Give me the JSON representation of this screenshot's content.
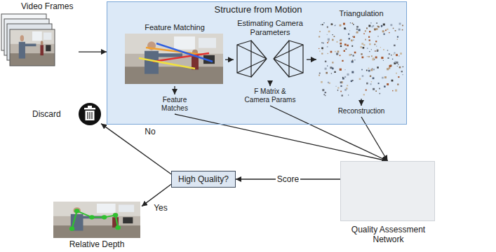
{
  "diagram": {
    "nodes": [
      {
        "text": [
          "Video Frames"
        ]
      },
      {
        "text": [
          "Structure from Motion"
        ]
      },
      {
        "text": [
          "Feature Matching"
        ],
        "in": 1
      },
      {
        "text": [
          "Estimating Camera Parameters"
        ],
        "in": 1
      },
      {
        "text": [
          "Triangulation"
        ],
        "in": 1
      },
      {
        "text": [
          "Feature Matches"
        ],
        "in": 1
      },
      {
        "text": [
          "F Matrix & Camera Params"
        ],
        "in": 1
      },
      {
        "text": [
          "Reconstruction"
        ],
        "in": 1
      },
      {
        "text": [
          "Quality Assessment Network"
        ]
      },
      {
        "text": [
          "High Quality?"
        ]
      },
      {
        "text": [
          "Discard"
        ]
      },
      {
        "text": [
          "Relative Depth"
        ]
      }
    ],
    "edges": [
      {
        "from": 0,
        "to": 1,
        "arrow": "to"
      },
      {
        "from": 2,
        "to": 3,
        "arrow": "to"
      },
      {
        "from": 3,
        "to": 4,
        "arrow": "to"
      },
      {
        "from": 2,
        "to": 5,
        "arrow": "to"
      },
      {
        "from": 3,
        "to": 6,
        "arrow": "to"
      },
      {
        "from": 4,
        "to": 7,
        "arrow": "to"
      },
      {
        "from": 5,
        "to": 8,
        "arrow": "to"
      },
      {
        "from": 6,
        "to": 8,
        "arrow": "to"
      },
      {
        "from": 7,
        "to": 8,
        "arrow": "to"
      },
      {
        "from": 8,
        "to": 9,
        "label": "Score",
        "arrow": "to"
      },
      {
        "from": 9,
        "to": 10,
        "label": "No",
        "arrow": "to"
      },
      {
        "from": 9,
        "to": 11,
        "label": "Yes",
        "arrow": "to"
      }
    ]
  }
}
